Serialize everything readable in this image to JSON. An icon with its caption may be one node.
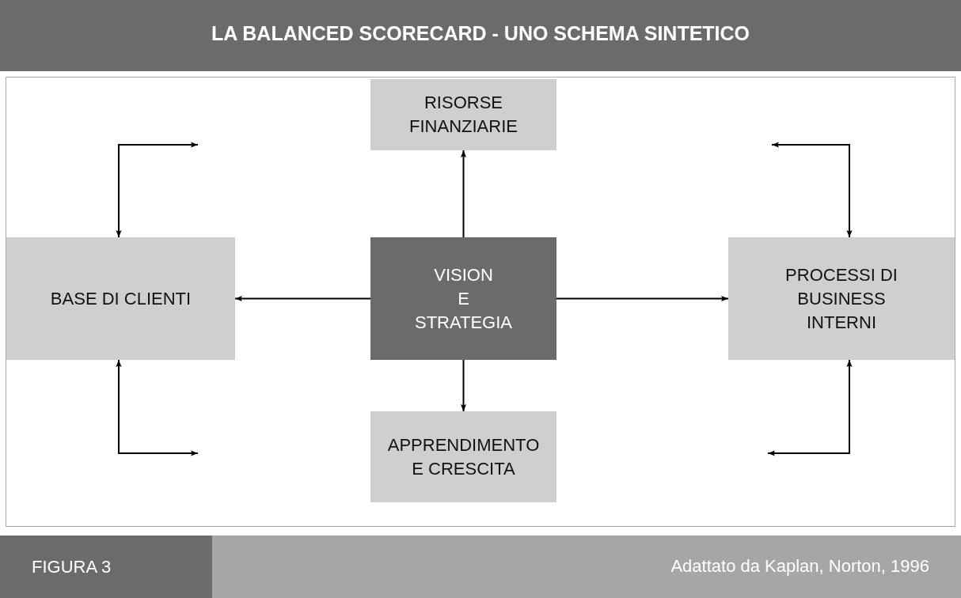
{
  "diagram": {
    "title": "LA BALANCED SCORECARD - UNO SCHEMA SINTETICO",
    "nodes": [
      {
        "text": [
          "RISORSE FINANZIARIE"
        ]
      },
      {
        "text": [
          "BASE DI CLIENTI"
        ]
      },
      {
        "text": [
          "VISION E STRATEGIA"
        ]
      },
      {
        "text": [
          "PROCESSI DI BUSINESS INTERNI"
        ]
      },
      {
        "text": [
          "APPRENDIMENTO E CRESCITA"
        ]
      }
    ],
    "edges": [
      {
        "from": 2,
        "to": 0,
        "arrow": "to"
      },
      {
        "from": 2,
        "to": 1,
        "arrow": "to"
      },
      {
        "from": 2,
        "to": 3,
        "arrow": "to"
      },
      {
        "from": 2,
        "to": 4,
        "arrow": "to"
      },
      {
        "from": null,
        "to": 1,
        "arrow": "both"
      },
      {
        "from": null,
        "to": 3,
        "arrow": "both"
      },
      {
        "from": null,
        "to": 3,
        "arrow": "both"
      },
      {
        "from": null,
        "to": 1,
        "arrow": "both"
      }
    ],
    "labels": [
      "FIGURA 3",
      "Adattato da Kaplan, Norton, 1996"
    ]
  }
}
